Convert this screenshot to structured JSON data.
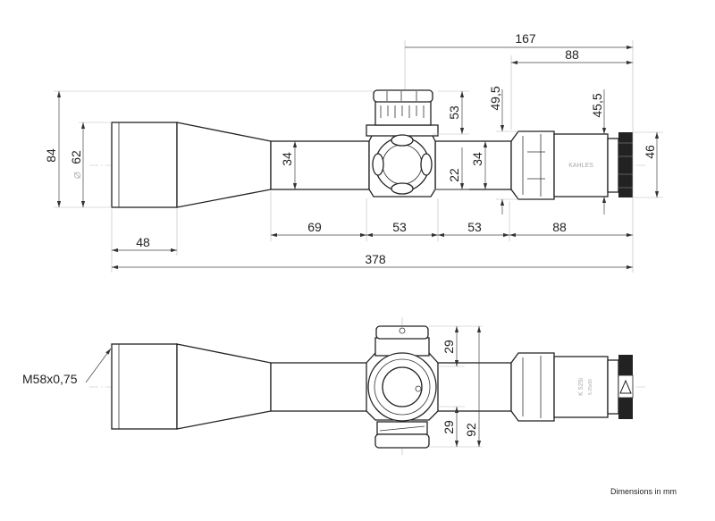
{
  "title": "Riflescope dimension drawing",
  "top_view": {
    "dims": {
      "d167": "167",
      "d88_top": "88",
      "d84": "84",
      "dia62": "62",
      "d48": "48",
      "d378": "378",
      "d69": "69",
      "d53_a": "53",
      "d53_b": "53",
      "d88_bottom": "88",
      "d53_vert": "53",
      "d22": "22",
      "dia34_a": "34",
      "dia34_b": "34",
      "dia49_5": "49,5",
      "dia45_5": "45,5",
      "dia46": "46"
    },
    "brand": "KAHLES",
    "diameter_symbol": "⌀"
  },
  "side_view": {
    "dims": {
      "d29_top": "29",
      "d29_bottom": "29",
      "d92": "92"
    },
    "thread_label": "M58x0,75",
    "model": "K 525i",
    "magnification": "5-25x56"
  },
  "footer_note": "Dimensions in mm"
}
